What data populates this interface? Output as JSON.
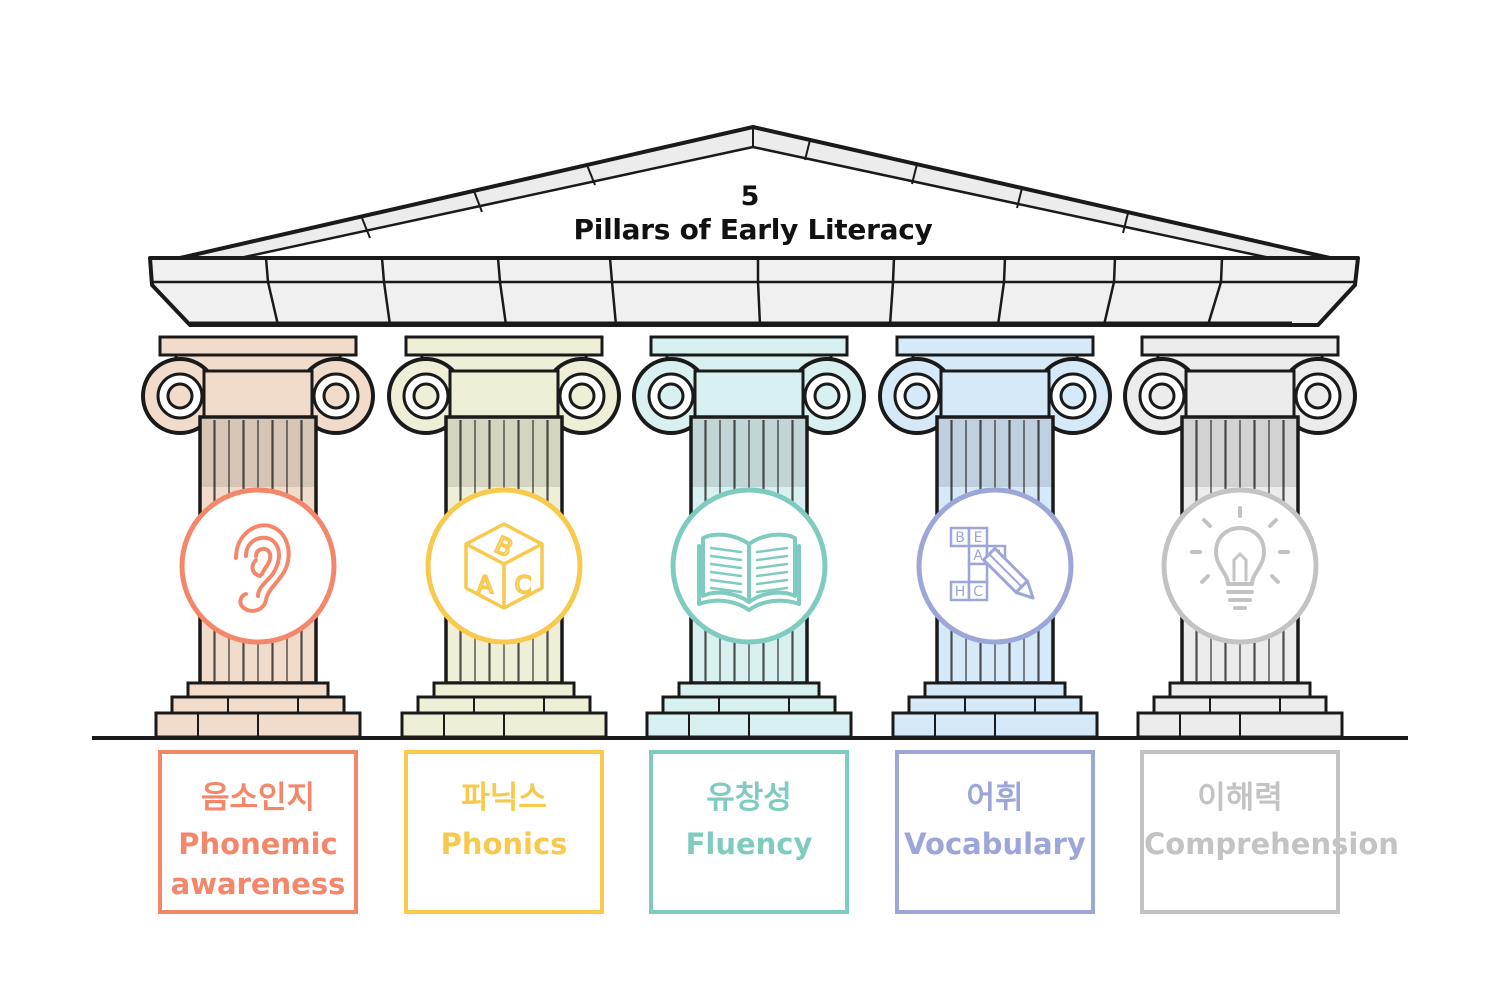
{
  "title": {
    "number": "5",
    "text": "Pillars of Early Literacy"
  },
  "pillars": [
    {
      "ko": "음소인지",
      "en": "Phonemic awareness",
      "color": "#f4866a",
      "tint": "#f1dccb",
      "icon": "ear-icon"
    },
    {
      "ko": "파닉스",
      "en": "Phonics",
      "color": "#f9c94e",
      "tint": "#eeefd6",
      "icon": "abc-block-icon",
      "icon_letters": [
        "B",
        "A",
        "C"
      ]
    },
    {
      "ko": "유창성",
      "en": "Fluency",
      "color": "#7fcbbf",
      "tint": "#d9f0f1",
      "icon": "open-book-icon"
    },
    {
      "ko": "어휘",
      "en": "Vocabulary",
      "color": "#9ca6d8",
      "tint": "#d6e9f9",
      "icon": "crossword-pencil-icon",
      "icon_letters": [
        "B",
        "E",
        "A",
        "H",
        "H",
        "C"
      ]
    },
    {
      "ko": "이해력",
      "en": "Comprehension",
      "color": "#c3c3c3",
      "tint": "#ececec",
      "icon": "lightbulb-icon"
    }
  ]
}
